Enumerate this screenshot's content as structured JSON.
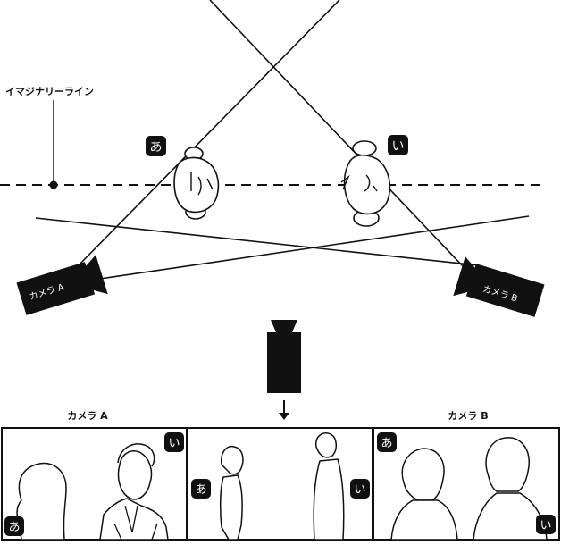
{
  "imaginary_line_label": "イマジナリーライン",
  "person_a_badge": "あ",
  "person_b_badge": "い",
  "camera_a_label": "カメラ A",
  "camera_b_label": "カメラ B",
  "panels": {
    "left": {
      "title": "カメラ A",
      "badge_front": "い",
      "badge_back": "あ"
    },
    "middle": {
      "badge_left": "あ",
      "badge_right": "い"
    },
    "right": {
      "title": "カメラ B",
      "badge_front": "あ",
      "badge_back": "い"
    }
  }
}
